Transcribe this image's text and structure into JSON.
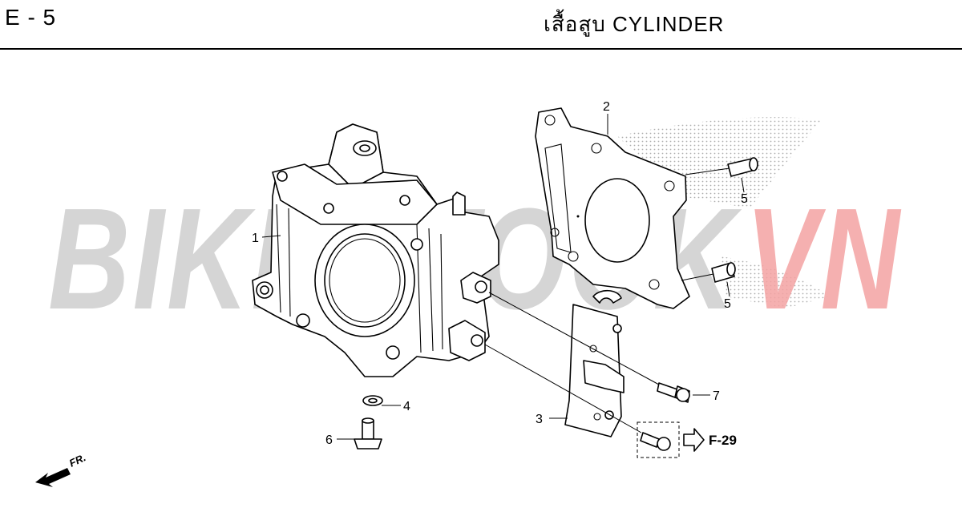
{
  "header": {
    "page_code": "E - 5",
    "title": "เสื้อสูบ  CYLINDER"
  },
  "watermark": {
    "text_dark": "BIKESTOCK",
    "text_red": "VN",
    "color_dark": "#c8c8c8",
    "color_red": "#f4a3a3"
  },
  "callouts": [
    {
      "number": "1",
      "part": "cylinder"
    },
    {
      "number": "2",
      "part": "gasket"
    },
    {
      "number": "3",
      "part": "bracket"
    },
    {
      "number": "4",
      "part": "washer"
    },
    {
      "number": "5",
      "part": "dowel-pin-upper"
    },
    {
      "number": "5",
      "part": "dowel-pin-lower"
    },
    {
      "number": "6",
      "part": "stud-bolt"
    },
    {
      "number": "7",
      "part": "flange-bolt"
    }
  ],
  "reference": {
    "label": "F-29"
  },
  "orientation": {
    "label": "FR."
  }
}
